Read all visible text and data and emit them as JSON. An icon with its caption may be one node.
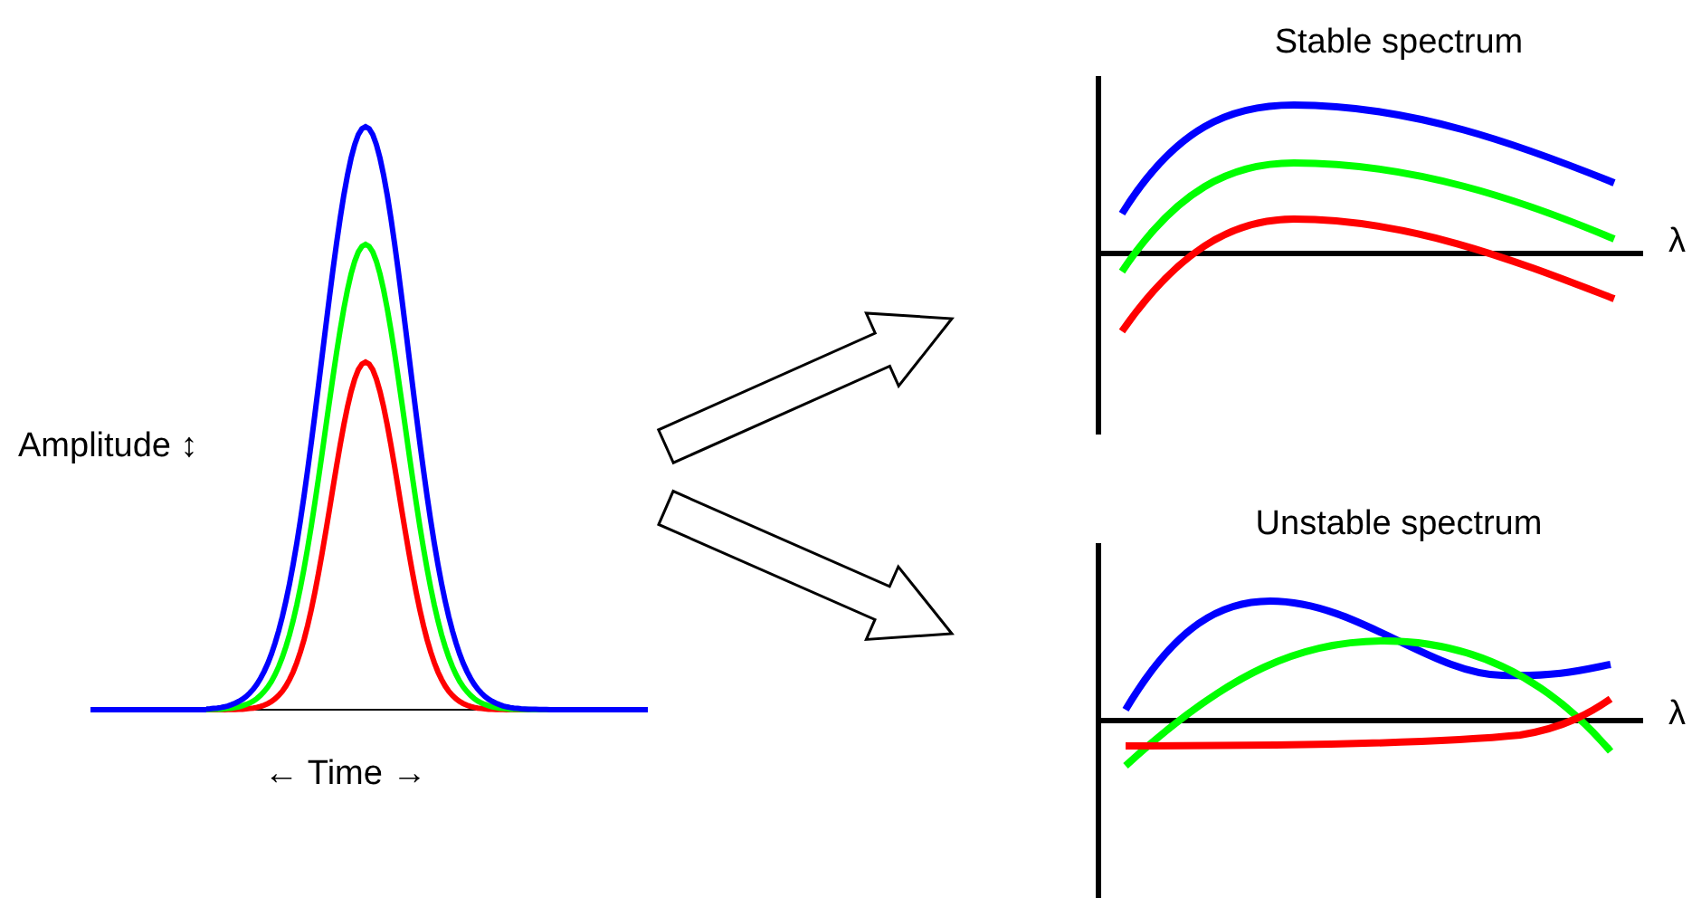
{
  "diagram": {
    "nodes": [
      {
        "text": [],
        "shape": "picture",
        "beside": [
          "Amplitude ↕",
          "← Time →"
        ]
      },
      {
        "text": [
          "Stable spectrum"
        ],
        "beside": [
          "λ"
        ]
      },
      {
        "text": [
          "Unstable spectrum"
        ],
        "beside": [
          "λ"
        ]
      }
    ],
    "edges": [
      {
        "from": 0,
        "to": 1,
        "arrow": "to"
      },
      {
        "from": 0,
        "to": 2,
        "arrow": "to"
      }
    ]
  }
}
